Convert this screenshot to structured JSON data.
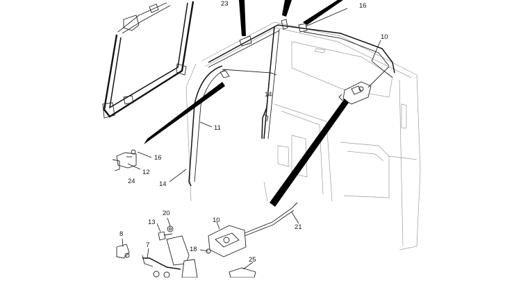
{
  "diagram": {
    "callouts": [
      {
        "id": "c23",
        "text": "23"
      },
      {
        "id": "c16a",
        "text": "16"
      },
      {
        "id": "c10a",
        "text": "10"
      },
      {
        "id": "c14a",
        "text": "14"
      },
      {
        "id": "c11",
        "text": "11"
      },
      {
        "id": "c16b",
        "text": "16"
      },
      {
        "id": "c12",
        "text": "12"
      },
      {
        "id": "c24",
        "text": "24"
      },
      {
        "id": "c14b",
        "text": "14"
      },
      {
        "id": "c20",
        "text": "20"
      },
      {
        "id": "c13",
        "text": "13"
      },
      {
        "id": "c10b",
        "text": "10"
      },
      {
        "id": "c21",
        "text": "21"
      },
      {
        "id": "c8",
        "text": "8"
      },
      {
        "id": "c7",
        "text": "7"
      },
      {
        "id": "c18",
        "text": "18"
      },
      {
        "id": "c25",
        "text": "25"
      }
    ],
    "colors": {
      "line": "#111111",
      "faint": "#9a9a9a",
      "background": "#ffffff"
    }
  }
}
